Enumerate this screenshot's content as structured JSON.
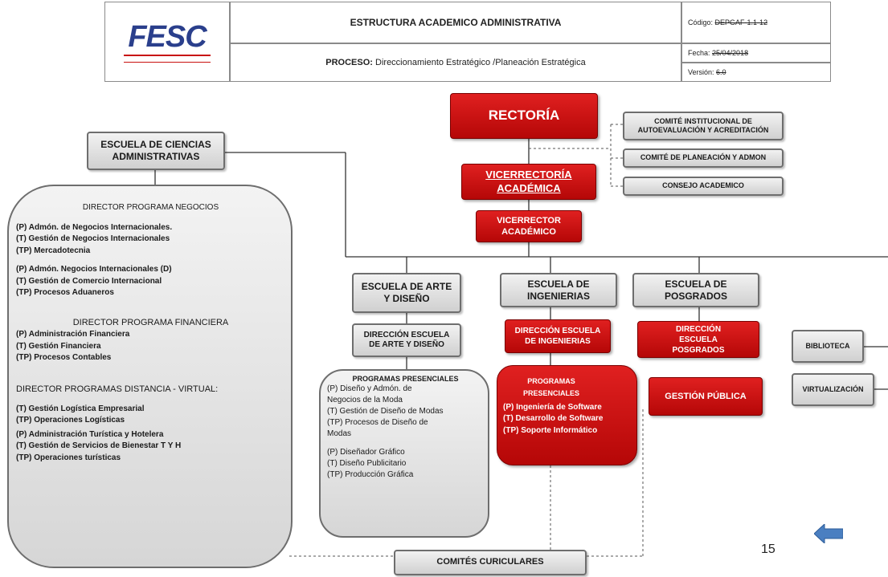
{
  "header": {
    "logo_text": "FESC",
    "title": "ESTRUCTURA ACADEMICO ADMINISTRATIVA",
    "process_label": "PROCESO:",
    "process_value": "Direccionamiento Estratégico /Planeación Estratégica",
    "code_label": "Código:",
    "code_value": "DEPGAF-1.1-12",
    "date_label": "Fecha:",
    "date_value": "25/04/2018",
    "version_label": "Versión:",
    "version_value": "6.0"
  },
  "org": {
    "rectoria": "RECTORÍA",
    "comite_autoevaluacion": "COMITÉ INSTITUCIONAL DE AUTOEVALUACIÓN Y ACREDITACIÓN",
    "comite_planeacion": "COMITÉ DE PLANEACIÓN Y ADMON",
    "consejo_academico": "CONSEJO ACADEMICO",
    "vicerrectoria": "VICERRECTORÍA ACADÉMICA",
    "vicerrector": "VICERRECTOR ACADÉMICO",
    "escuela_admin": "ESCUELA DE CIENCIAS ADMINISTRATIVAS",
    "escuela_arte": "ESCUELA DE ARTE Y DISEÑO",
    "escuela_ing": "ESCUELA DE INGENIERIAS",
    "escuela_posgrados": "ESCUELA DE POSGRADOS",
    "dir_arte": "DIRECCIÓN ESCUELA DE ARTE Y DISEÑO",
    "dir_ing": "DIRECCIÓN ESCUELA DE INGENIERIAS",
    "dir_posgrados": "DIRECCIÓN ESCUELA POSGRADOS",
    "gestion_publica": "GESTIÓN PÚBLICA",
    "biblioteca": "BIBLIOTECA",
    "virtualizacion": "VIRTUALIZACIÓN",
    "comites_curriculares": "COMITÉS CURICULARES"
  },
  "admin_list": {
    "h_negocios": "DIRECTOR PROGRAMA NEGOCIOS",
    "neg1": "(P) Admón. de Negocios Internacionales.",
    "neg2": "(T) Gestión de Negocios Internacionales",
    "neg3": "(TP) Mercadotecnia",
    "neg4": "(P) Admón. Negocios Internacionales (D)",
    "neg5": "(T) Gestión de Comercio Internacional",
    "neg6": "(TP) Procesos Aduaneros",
    "h_financiera": "DIRECTOR PROGRAMA FINANCIERA",
    "fin1": "(P) Administración Financiera",
    "fin2": "(T) Gestión Financiera",
    "fin3": "(TP) Procesos Contables",
    "h_distancia": "DIRECTOR PROGRAMAS DISTANCIA  - VIRTUAL:",
    "dis1": "(T) Gestión Logística Empresarial",
    "dis2": "(TP) Operaciones Logísticas",
    "dis3": "(P) Administración Turística y Hotelera",
    "dis4": "(T) Gestión de Servicios de Bienestar T Y H",
    "dis5": "(TP) Operaciones turísticas"
  },
  "arte_list": {
    "h": "PROGRAMAS  PRESENCIALES",
    "a1": "(P) Diseño y Admón. de",
    "a2": "Negocios de la Moda",
    "a3": "(T) Gestión de Diseño de Modas",
    "a4": "(TP) Procesos de Diseño de",
    "a5": "Modas",
    "a6": "(P) Diseñador Gráfico",
    "a7": "(T) Diseño Publicitario",
    "a8": "(TP) Producción Gráfica"
  },
  "ing_list": {
    "h": "PROGRAMAS PRESENCIALES",
    "i1": "(P) Ingeniería de Software",
    "i2": "(T)  Desarrollo de Software",
    "i3": "(TP) Soporte Informático"
  },
  "page_number": "15",
  "nav": {
    "back_arrow": "arrow-left-icon"
  },
  "colors": {
    "red": "#c8100f",
    "gray": "#d9d9d9",
    "arrow": "#4a7fc1"
  }
}
